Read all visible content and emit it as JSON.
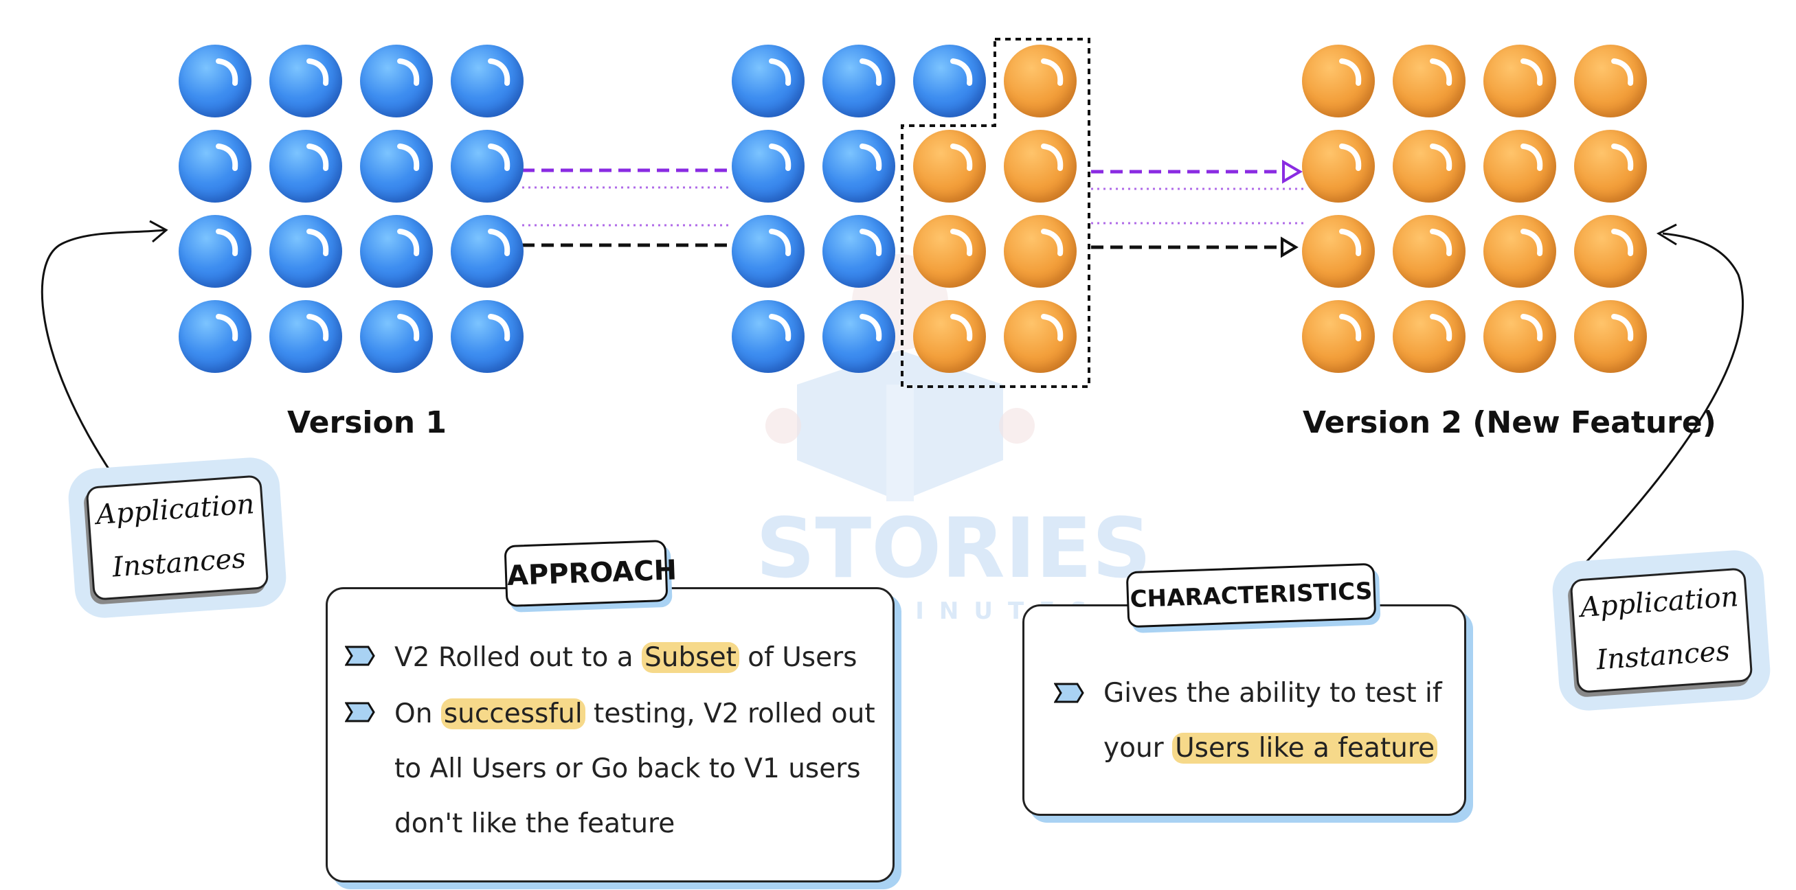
{
  "version1_label": "Version 1",
  "version2_label": "Version 2 (New Feature)",
  "left_callout": "Application Instances",
  "right_callout": "Application Instances",
  "approach": {
    "title": "APPROACH",
    "bullets": [
      {
        "before": "V2 Rolled out to a ",
        "highlight": "Subset",
        "after": " of Users"
      },
      {
        "before": "On ",
        "highlight": "successful",
        "after": " testing, V2 rolled out to All Users or Go back to V1 users don't like the feature"
      }
    ]
  },
  "characteristics": {
    "title": "CHARACTERISTICS",
    "bullets": [
      {
        "before": "Gives the ability to test if your ",
        "highlight": "Users like a feature",
        "after": ""
      }
    ]
  },
  "watermark": {
    "brand": "STORIES",
    "sub": "IN28MINUTES"
  },
  "colors": {
    "blue": "#3e8ef0",
    "orange": "#f3a03c",
    "purple_arrow": "#8a2be2",
    "black_arrow": "#111111",
    "highlight": "#f6d98a",
    "shadow": "#a9d2f3"
  },
  "grids": {
    "version1": [
      [
        "blue",
        "blue",
        "blue",
        "blue"
      ],
      [
        "blue",
        "blue",
        "blue",
        "blue"
      ],
      [
        "blue",
        "blue",
        "blue",
        "blue"
      ],
      [
        "blue",
        "blue",
        "blue",
        "blue"
      ]
    ],
    "transition": [
      [
        "blue",
        "blue",
        "blue",
        "orange"
      ],
      [
        "blue",
        "blue",
        "orange",
        "orange"
      ],
      [
        "blue",
        "blue",
        "orange",
        "orange"
      ],
      [
        "blue",
        "blue",
        "orange",
        "orange"
      ]
    ],
    "version2": [
      [
        "orange",
        "orange",
        "orange",
        "orange"
      ],
      [
        "orange",
        "orange",
        "orange",
        "orange"
      ],
      [
        "orange",
        "orange",
        "orange",
        "orange"
      ],
      [
        "orange",
        "orange",
        "orange",
        "orange"
      ]
    ]
  }
}
